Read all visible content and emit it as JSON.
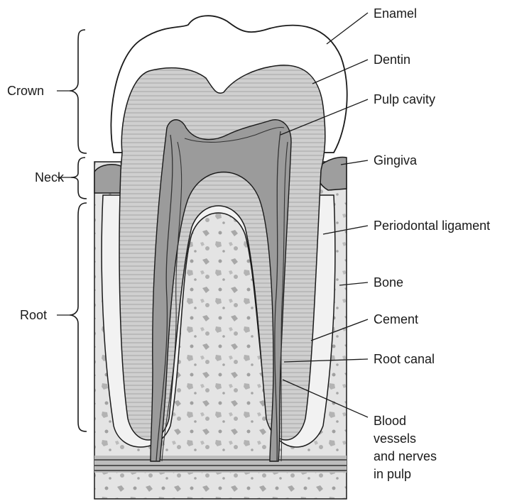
{
  "labels": {
    "enamel": "Enamel",
    "dentin": "Dentin",
    "pulp_cavity": "Pulp cavity",
    "gingiva": "Gingiva",
    "periodontal_ligament": "Periodontal ligament",
    "bone": "Bone",
    "cement": "Cement",
    "root_canal": "Root canal",
    "blood_vessels_line1": "Blood",
    "blood_vessels_line2": "vessels",
    "blood_vessels_line3": "and nerves",
    "blood_vessels_line4": "in pulp",
    "crown": "Crown",
    "neck": "Neck",
    "root": "Root"
  },
  "colors": {
    "ink": "#1a1a1a",
    "bone_fill": "#d9d9d9",
    "dentin_fill": "#c9c9c9",
    "pulp_fill": "#9a9a9a",
    "enamel_fill": "#ffffff",
    "ligament_fill": "#eeeeee"
  }
}
